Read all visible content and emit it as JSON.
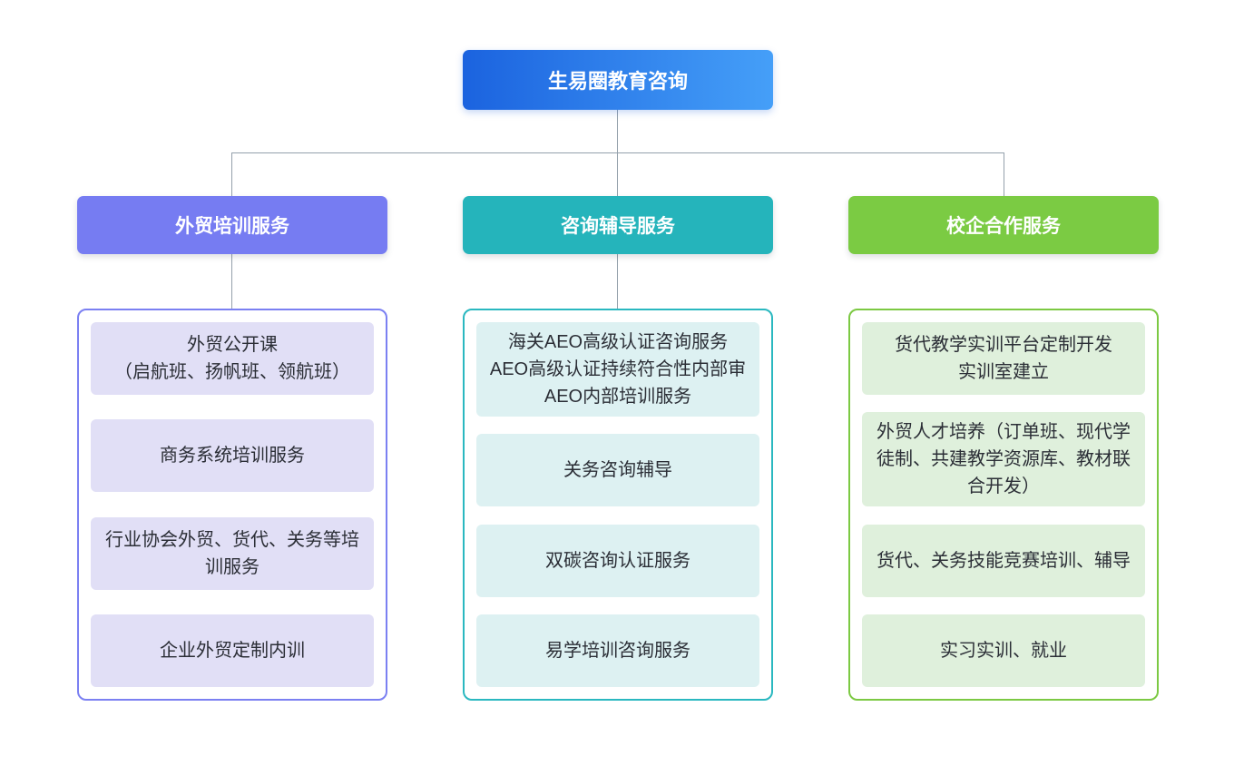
{
  "root": {
    "label": "生易圈教育咨询",
    "gradient_left": "#1B63DF",
    "gradient_right": "#459FF8"
  },
  "connector_color": "#94A0AB",
  "branches": [
    {
      "label": "外贸培训服务",
      "colors": {
        "header": "#767CF2",
        "border": "#7B80F2",
        "item_bg": "#E1DFF6"
      },
      "items": [
        "外贸公开课\n（启航班、扬帆班、领航班）",
        "商务系统培训服务",
        "行业协会外贸、货代、关务等培\n训服务",
        "企业外贸定制内训"
      ]
    },
    {
      "label": "咨询辅导服务",
      "colors": {
        "header": "#25B4BB",
        "border": "#2AB8C0",
        "item_bg": "#DDF1F2"
      },
      "items": [
        "海关AEO高级认证咨询服务\nAEO高级认证持续符合性内部审\nAEO内部培训服务",
        "关务咨询辅导",
        "双碳咨询认证服务",
        "易学培训咨询服务"
      ]
    },
    {
      "label": "校企合作服务",
      "colors": {
        "header": "#7BCB43",
        "border": "#7CC943",
        "item_bg": "#DFF0DC"
      },
      "items": [
        "货代教学实训平台定制开发\n实训室建立",
        "外贸人才培养（订单班、现代学\n徒制、共建教学资源库、教材联\n合开发）",
        "货代、关务技能竞赛培训、辅导",
        "实习实训、就业"
      ]
    }
  ]
}
